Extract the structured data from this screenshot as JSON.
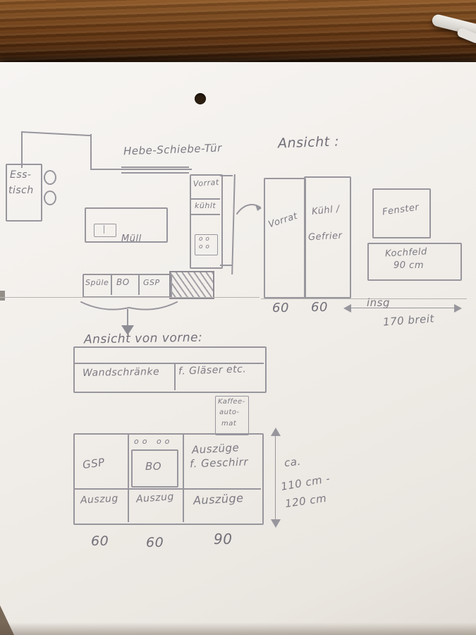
{
  "sketch": {
    "plan": {
      "door_label": "Hebe-Schiebe-Tür",
      "esstisch_line1": "Ess-",
      "esstisch_line2": "tisch",
      "muell": "Müll",
      "vorrat": "Vorrat",
      "kuehlt": "kühlt",
      "cooktop_row1": "o o",
      "cooktop_row2": "o o",
      "counter_cells": [
        "Spüle",
        "BO",
        "GSP"
      ]
    },
    "elevation": {
      "title": "Ansicht :",
      "vorrat": "Vorrat",
      "kuehl_line1": "Kühl /",
      "kuehl_line2": "Gefrier",
      "fenster": "Fenster",
      "kochfeld_line1": "Kochfeld",
      "kochfeld_line2": "90 cm",
      "dim1": "60",
      "dim2": "60",
      "insg": "insg",
      "breit": "170 breit"
    },
    "front_upper": {
      "title": "Ansicht von vorne:",
      "cell1": "Wandschränke",
      "cell2": "f. Gläser etc."
    },
    "coffee": {
      "line1": "Kaffee-",
      "line2": "auto-",
      "line3": "mat"
    },
    "front_lower": {
      "gsp": "GSP",
      "knobs": "oo    oo",
      "bo": "BO",
      "auszuege_line1": "Auszüge",
      "auszuege_line2": "f. Geschirr",
      "auszug1": "Auszug",
      "auszug2": "Auszug",
      "auszuege3": "Auszüge",
      "ca": "ca.",
      "height1": "110 cm -",
      "height2": "120 cm",
      "dim1": "60",
      "dim2": "60",
      "dim3": "90"
    }
  }
}
